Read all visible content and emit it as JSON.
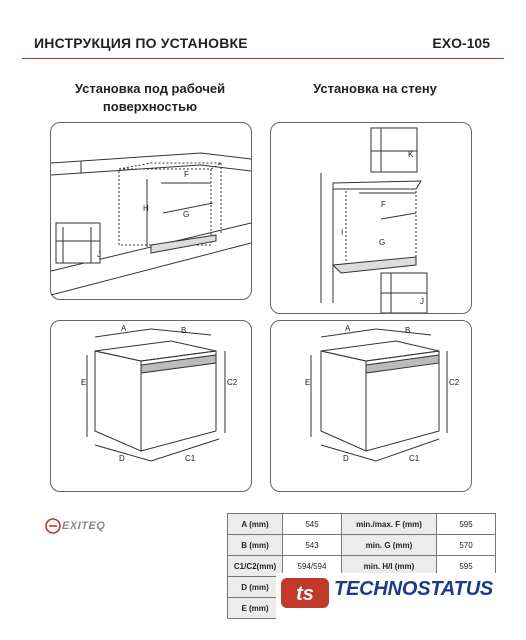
{
  "header": {
    "title": "ИНСТРУКЦИЯ ПО УСТАНОВКЕ",
    "model": "EXO-105"
  },
  "sections": {
    "under_counter": {
      "title": "Установка под рабочей поверхностью"
    },
    "wall": {
      "title": "Установка на стену"
    }
  },
  "labels": {
    "F": "F",
    "G": "G",
    "H": "H",
    "I": "I",
    "J": "J",
    "K": "K",
    "A": "A",
    "B": "B",
    "C1": "C1",
    "C2": "C2",
    "D": "D",
    "E": "E"
  },
  "specs": {
    "rows": [
      {
        "k1": "A (mm)",
        "v1": "545",
        "k2": "min./max. F (mm)",
        "v2": "595"
      },
      {
        "k1": "B (mm)",
        "v1": "543",
        "k2": "min. G (mm)",
        "v2": "570"
      },
      {
        "k1": "C1/C2(mm)",
        "v1": "594/594",
        "k2": "min. H/I (mm)",
        "v2": "595"
      },
      {
        "k1": "D (mm)",
        "v1": "",
        "k2": "",
        "v2": ""
      },
      {
        "k1": "E (mm)",
        "v1": "",
        "k2": "",
        "v2": ""
      }
    ]
  },
  "brand": {
    "left_logo": "EXITEQ",
    "right_logo": "TECHNOSTATUS",
    "right_mark": "ts",
    "accent": "#c0392b",
    "blue": "#1d3b8a"
  }
}
